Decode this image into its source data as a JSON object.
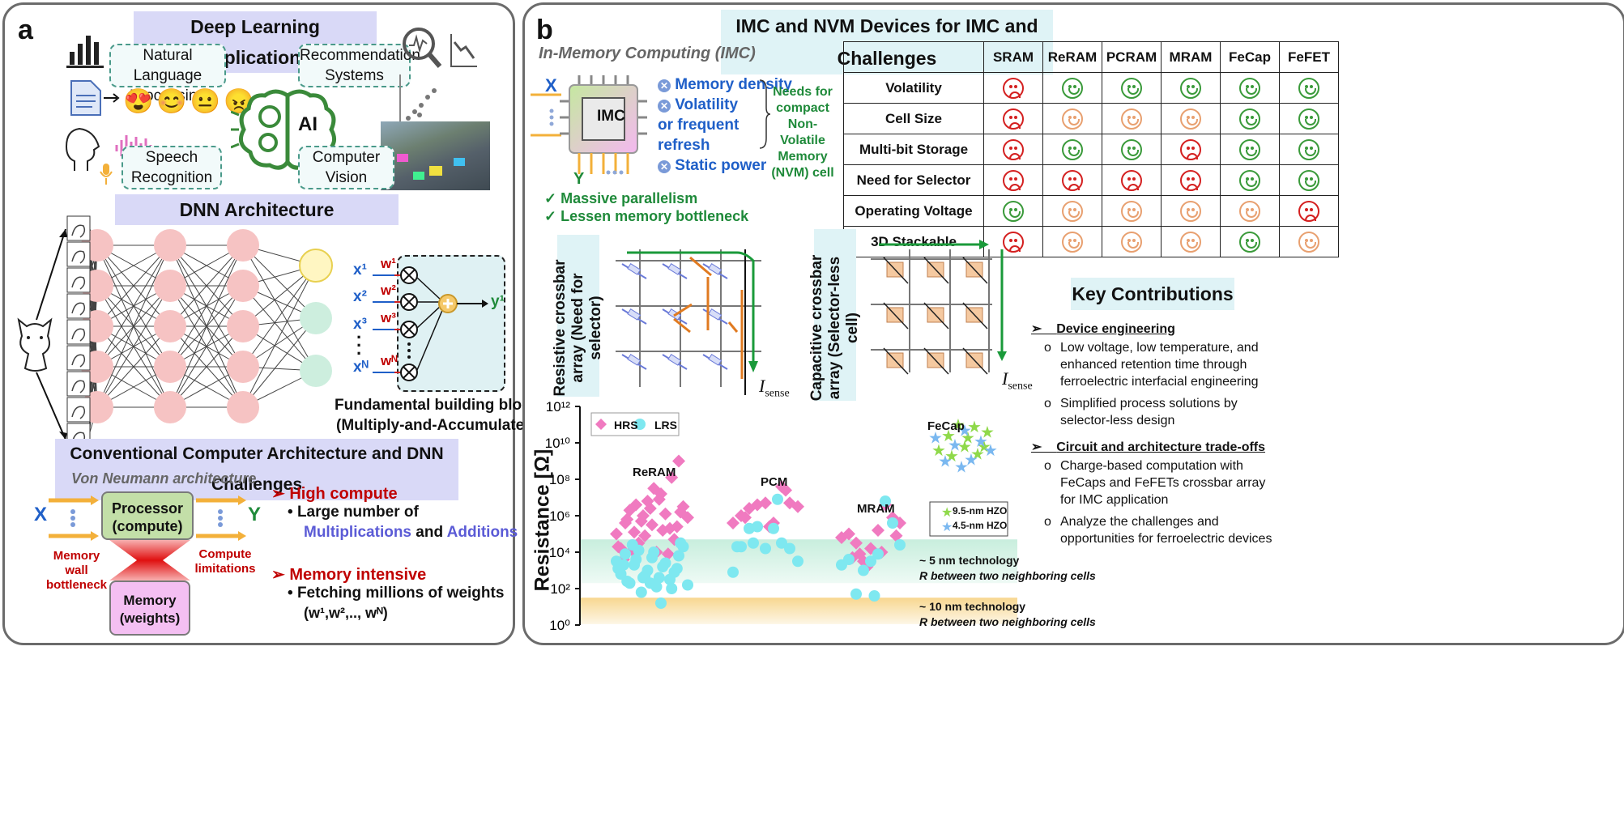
{
  "panel_a": {
    "label": "a",
    "dl_header": "Deep Learning Applications",
    "apps": {
      "nlp": "Natural Language Processing",
      "recsys": "Recommendation Systems",
      "speech": "Speech Recognition",
      "vision": "Computer Vision",
      "ai": "AI"
    },
    "dnn_header": "DNN Architecture",
    "mac": {
      "inputs": [
        "x¹",
        "x²",
        "x³",
        "xᴺ"
      ],
      "weights": [
        "w¹",
        "w²",
        "w³",
        "wᴺ"
      ],
      "output": "y¹",
      "caption_line1": "Fundamental building block",
      "caption_line2": "(Multiply-and-Accumulate)"
    },
    "conv_header": "Conventional Computer Architecture and DNN Challenges",
    "von_neumann": "Von Neumann architecture",
    "x_label": "X",
    "y_label": "Y",
    "processor": "Processor (compute)",
    "memory": "Memory (weights)",
    "memory_wall": "Memory wall bottleneck",
    "compute_limits": "Compute limitations",
    "challenge1_title": "High compute",
    "challenge1_pre": "Large number of",
    "challenge1_mult": "Multiplications",
    "challenge1_and": "and",
    "challenge1_add": "Additions",
    "challenge2_title": "Memory intensive",
    "challenge2_line1": "Fetching millions of weights",
    "challenge2_line2": "(w¹,w²,.., wᴺ)"
  },
  "panel_b": {
    "label": "b",
    "header": "IMC and NVM Devices for IMC and Challenges",
    "imc_title": "In-Memory Computing (IMC)",
    "imc_chip": "IMC",
    "x_label": "X",
    "y_label": "Y",
    "issues": [
      "Memory density",
      "Volatility or frequent refresh",
      "Static power"
    ],
    "needs": "Needs for compact Non-Volatile Memory (NVM) cell",
    "benefits": [
      "Massive parallelism",
      "Lessen memory bottleneck"
    ],
    "table": {
      "columns": [
        "SRAM",
        "ReRAM",
        "PCRAM",
        "MRAM",
        "FeCap",
        "FeFET"
      ],
      "rows": [
        {
          "label": "Volatility",
          "ratings": [
            "r",
            "g",
            "g",
            "g",
            "g",
            "g"
          ]
        },
        {
          "label": "Cell Size",
          "ratings": [
            "r",
            "o",
            "o",
            "o",
            "g",
            "g"
          ]
        },
        {
          "label": "Multi-bit Storage",
          "ratings": [
            "r",
            "g",
            "g",
            "r",
            "g",
            "g"
          ]
        },
        {
          "label": "Need for Selector",
          "ratings": [
            "r",
            "r",
            "r",
            "r",
            "g",
            "g"
          ]
        },
        {
          "label": "Operating Voltage",
          "ratings": [
            "g",
            "o",
            "o",
            "o",
            "o",
            "r"
          ]
        },
        {
          "label": "3D Stackable",
          "ratings": [
            "r",
            "o",
            "o",
            "o",
            "g",
            "o"
          ]
        }
      ]
    },
    "resistive_label": "Resistive crossbar array (Need for selector)",
    "capacitive_label": "Capacitive crossbar array (Selector-less cell)",
    "isense": "I",
    "isense_sub": "sense",
    "key_contrib_header": "Key Contributions",
    "kc_device_title": "Device engineering",
    "kc_device_items": [
      "Low voltage, low temperature, and enhanced retention time through ferroelectric interfacial engineering",
      "Simplified process solutions by selector-less design"
    ],
    "kc_circuit_title": "Circuit and architecture trade-offs",
    "kc_circuit_items": [
      "Charge-based computation with FeCaps and FeFETs crossbar array for IMC application",
      "Analyze the challenges and opportunities for ferroelectric devices"
    ]
  },
  "chart_data": {
    "type": "scatter",
    "ylabel": "Resistance [Ω]",
    "yscale": "log",
    "ylim": [
      1,
      1000000000000
    ],
    "yticks": [
      "10⁰",
      "10²",
      "10⁴",
      "10⁶",
      "10⁸",
      "10¹⁰",
      "10¹²"
    ],
    "legend": [
      "HRS",
      "LRS"
    ],
    "legend2": [
      "9.5-nm HZO",
      "4.5-nm HZO"
    ],
    "group_labels": [
      "ReRAM",
      "PCM",
      "MRAM",
      "FeCap"
    ],
    "band_5nm_line1": "~ 5 nm technology",
    "band_5nm_line2": "R between two neighboring cells",
    "band_10nm_line1": "~ 10 nm technology",
    "band_10nm_line2": "R between two neighboring cells",
    "colors": {
      "HRS": "#f07ac0",
      "LRS": "#7ee8f0",
      "HZO95": "#8fd94a",
      "HZO45": "#7ab8f0"
    },
    "series": [
      {
        "name": "HRS",
        "group": "ReRAM",
        "x": [
          0.1,
          0.15,
          0.2,
          0.25,
          0.3,
          0.35,
          0.4,
          0.45,
          0.5,
          0.55,
          0.6,
          0.65,
          0.7,
          0.75,
          0.8,
          0.85,
          0.9,
          0.12,
          0.22,
          0.32,
          0.42,
          0.52,
          0.62,
          0.72,
          0.82,
          0.18,
          0.38,
          0.58,
          0.78,
          0.28,
          0.48,
          0.68
        ],
        "y": [
          5.0,
          4.2,
          5.6,
          6.3,
          5.1,
          4.5,
          6.0,
          6.8,
          5.5,
          4.0,
          7.2,
          6.1,
          5.3,
          4.7,
          9.0,
          6.5,
          5.9,
          4.3,
          5.8,
          6.6,
          4.9,
          7.5,
          5.2,
          8.1,
          6.2,
          3.6,
          5.7,
          6.9,
          5.4,
          4.1,
          6.4,
          3.9
        ]
      },
      {
        "name": "LRS",
        "group": "ReRAM",
        "x": [
          0.1,
          0.15,
          0.2,
          0.25,
          0.3,
          0.35,
          0.4,
          0.45,
          0.5,
          0.55,
          0.6,
          0.65,
          0.7,
          0.75,
          0.8,
          0.85,
          0.9,
          0.12,
          0.22,
          0.32,
          0.42,
          0.52,
          0.62,
          0.72,
          0.82,
          0.18,
          0.38,
          0.58,
          0.78,
          0.28,
          0.48
        ],
        "y": [
          3.5,
          2.8,
          3.9,
          2.3,
          3.3,
          4.1,
          2.6,
          3.0,
          3.7,
          2.1,
          1.2,
          3.4,
          2.5,
          2.9,
          3.8,
          4.3,
          2.2,
          3.1,
          2.4,
          3.6,
          2.7,
          4.0,
          3.2,
          2.0,
          4.5,
          3.3,
          1.8,
          2.6,
          3.1,
          4.4,
          2.3
        ]
      },
      {
        "name": "HRS",
        "group": "PCM",
        "x": [
          0.1,
          0.2,
          0.3,
          0.4,
          0.5,
          0.6,
          0.7,
          0.8,
          0.9,
          0.25,
          0.55,
          0.75
        ],
        "y": [
          5.6,
          6.0,
          6.4,
          6.6,
          6.7,
          5.6,
          7.6,
          6.7,
          6.5,
          5.9,
          5.4,
          7.4
        ]
      },
      {
        "name": "LRS",
        "group": "PCM",
        "x": [
          0.1,
          0.2,
          0.3,
          0.4,
          0.5,
          0.6,
          0.7,
          0.8,
          0.9,
          0.35,
          0.65,
          0.15
        ],
        "y": [
          2.9,
          4.3,
          5.3,
          5.4,
          4.2,
          5.3,
          4.5,
          4.2,
          3.5,
          4.5,
          6.9,
          4.3
        ]
      },
      {
        "name": "HRS",
        "group": "MRAM",
        "x": [
          0.1,
          0.2,
          0.3,
          0.4,
          0.5,
          0.6,
          0.7,
          0.8,
          0.9,
          0.25,
          0.45,
          0.65,
          0.85,
          0.35
        ],
        "y": [
          4.8,
          5.0,
          4.5,
          3.5,
          4.2,
          5.2,
          6.6,
          5.9,
          5.6,
          3.7,
          3.2,
          4.0,
          4.9,
          3.9
        ]
      },
      {
        "name": "LRS",
        "group": "MRAM",
        "x": [
          0.1,
          0.2,
          0.3,
          0.4,
          0.5,
          0.6,
          0.7,
          0.8,
          0.9,
          0.55
        ],
        "y": [
          3.3,
          3.6,
          1.7,
          3.0,
          3.5,
          3.9,
          6.8,
          5.6,
          4.4,
          1.6
        ]
      },
      {
        "name": "9.5-nm HZO",
        "group": "FeCap",
        "x": [
          0.1,
          0.25,
          0.4,
          0.55,
          0.7,
          0.85,
          0.3,
          0.5,
          0.65,
          0.8
        ],
        "y": [
          9.6,
          10.4,
          11.0,
          10.3,
          9.4,
          10.6,
          9.3,
          9.8,
          10.9,
          9.8
        ]
      },
      {
        "name": "4.5-nm HZO",
        "group": "FeCap",
        "x": [
          0.05,
          0.2,
          0.35,
          0.5,
          0.6,
          0.75,
          0.9,
          0.45
        ],
        "y": [
          10.3,
          9.0,
          9.9,
          10.7,
          9.1,
          10.1,
          9.6,
          8.7
        ]
      }
    ]
  }
}
